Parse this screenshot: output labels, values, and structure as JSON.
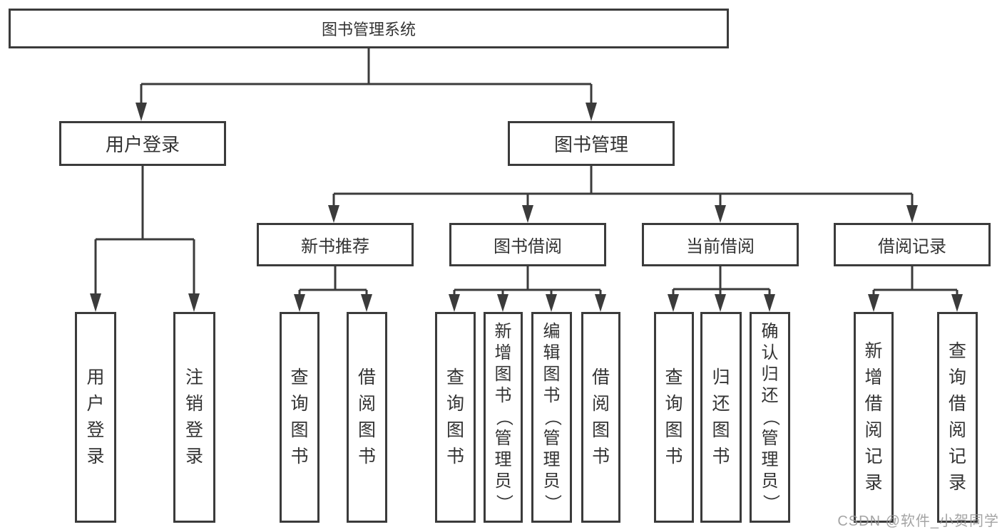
{
  "diagram": {
    "root": {
      "label": "图书管理系统"
    },
    "level2": [
      {
        "label": "用户登录"
      },
      {
        "label": "图书管理"
      }
    ],
    "level3": [
      {
        "label": "新书推荐"
      },
      {
        "label": "图书借阅"
      },
      {
        "label": "当前借阅"
      },
      {
        "label": "借阅记录"
      }
    ],
    "leaves": {
      "user_login": [
        "用户登录",
        "注销登录"
      ],
      "new_book": [
        "查询图书",
        "借阅图书"
      ],
      "book_borrow": [
        "查询图书",
        "新增图书（管理员）",
        "编辑图书（管理员）",
        "借阅图书"
      ],
      "current_borrow": [
        "查询图书",
        "归还图书",
        "确认归还（管理员）"
      ],
      "borrow_record": [
        "新增借阅记录",
        "查询借阅记录"
      ]
    }
  },
  "watermark": "CSDN @软件_小贺同学",
  "colors": {
    "line": "#3b3b3b",
    "text": "#333333",
    "watermark": "#949494",
    "background": "#ffffff"
  }
}
